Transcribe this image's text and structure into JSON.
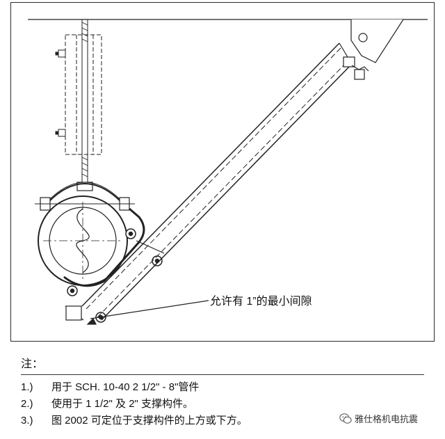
{
  "drawing": {
    "callout": "允许有  1”的最小间隙"
  },
  "notes": {
    "title": "注：",
    "items": [
      {
        "num": "1.)",
        "text": "用于 SCH. 10-40    2 1/2\" - 8\"管件"
      },
      {
        "num": "2.)",
        "text": "使用于 1 1/2\"  及  2\"  支撑构件。"
      },
      {
        "num": "3.)",
        "text": "图 2002  可定位于支撑构件的上方或下方。"
      }
    ]
  },
  "watermark": {
    "text": "雅仕格机电抗震",
    "icon": "wechat-icon"
  }
}
